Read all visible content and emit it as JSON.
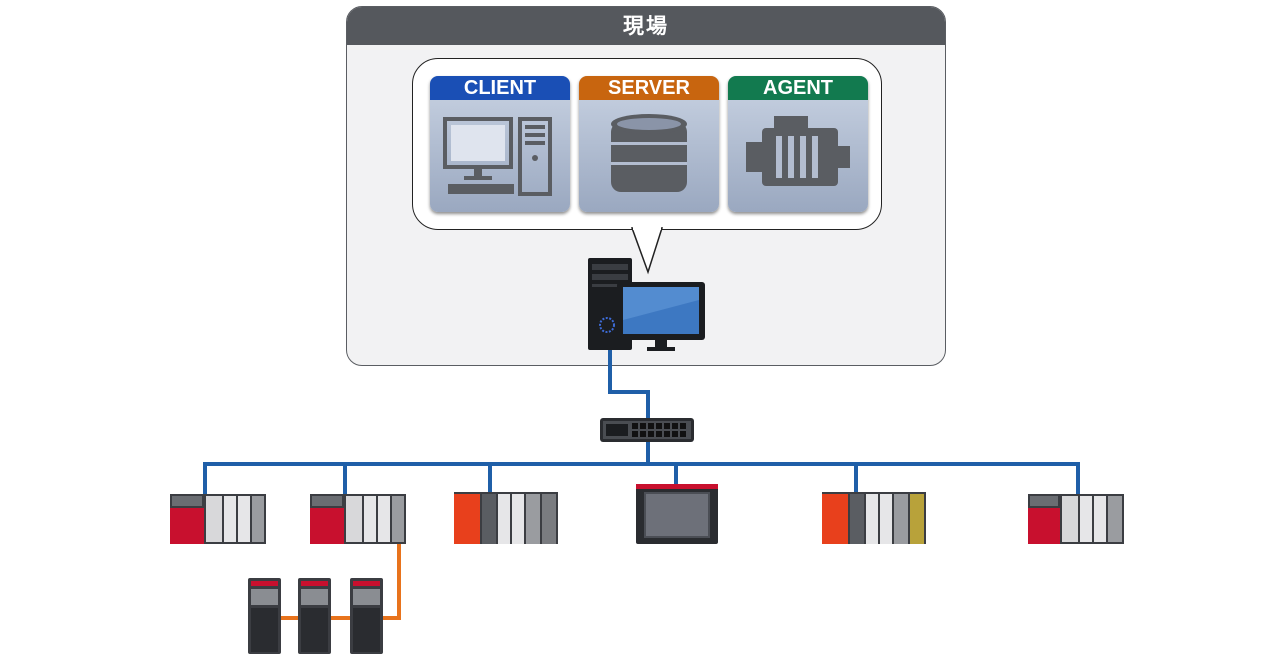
{
  "site": {
    "title": "現場"
  },
  "tiles": [
    {
      "label": "CLIENT",
      "color": "#1a4fb5",
      "icon": "workstation-icon"
    },
    {
      "label": "SERVER",
      "color": "#c8650f",
      "icon": "database-icon"
    },
    {
      "label": "AGENT",
      "color": "#127a4f",
      "icon": "engine-icon"
    }
  ],
  "colors": {
    "ethernet": "#1f5fa8",
    "serial": "#e8731c"
  },
  "devices": {
    "pc": "pc-with-monitor-icon",
    "switch": "network-switch-icon",
    "plc_units": [
      "plc-1",
      "plc-2",
      "plc-3",
      "hmi-panel",
      "plc-5",
      "plc-6"
    ],
    "inverters": [
      "inverter-1",
      "inverter-2",
      "inverter-3"
    ]
  }
}
